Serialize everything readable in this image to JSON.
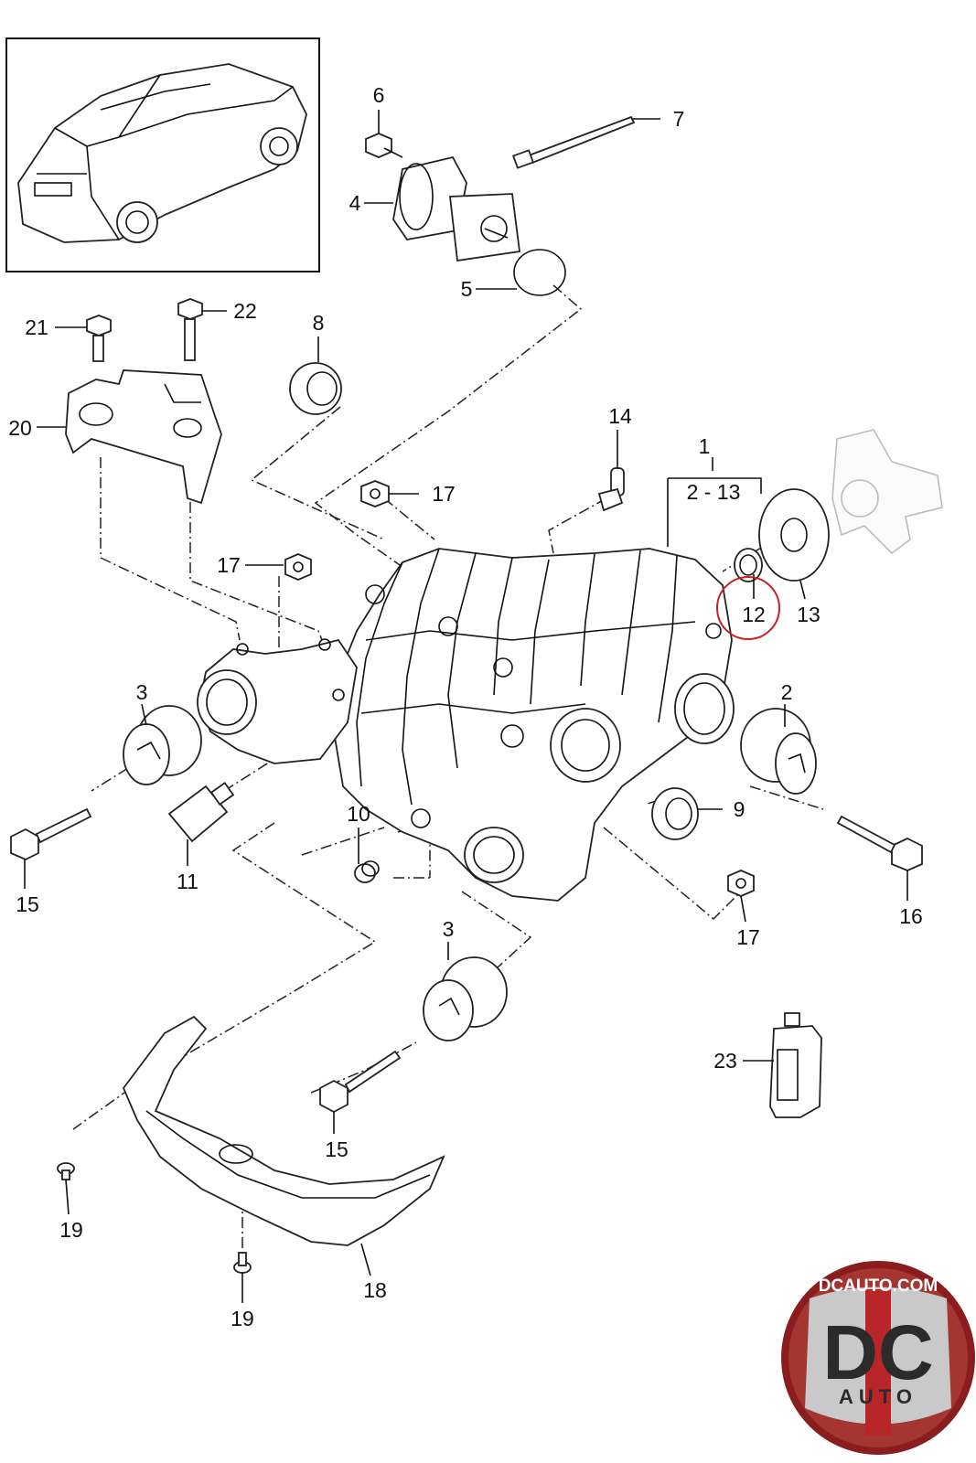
{
  "callouts": [
    {
      "id": "c1",
      "text": "1"
    },
    {
      "id": "c1sub",
      "text": "2 - 13"
    },
    {
      "id": "c2",
      "text": "2"
    },
    {
      "id": "c3a",
      "text": "3"
    },
    {
      "id": "c3b",
      "text": "3"
    },
    {
      "id": "c4",
      "text": "4"
    },
    {
      "id": "c5",
      "text": "5"
    },
    {
      "id": "c6",
      "text": "6"
    },
    {
      "id": "c7",
      "text": "7"
    },
    {
      "id": "c8",
      "text": "8"
    },
    {
      "id": "c9",
      "text": "9"
    },
    {
      "id": "c10",
      "text": "10"
    },
    {
      "id": "c11",
      "text": "11"
    },
    {
      "id": "c12",
      "text": "12"
    },
    {
      "id": "c13",
      "text": "13"
    },
    {
      "id": "c14",
      "text": "14"
    },
    {
      "id": "c15a",
      "text": "15"
    },
    {
      "id": "c15b",
      "text": "15"
    },
    {
      "id": "c16",
      "text": "16"
    },
    {
      "id": "c17a",
      "text": "17"
    },
    {
      "id": "c17b",
      "text": "17"
    },
    {
      "id": "c17c",
      "text": "17"
    },
    {
      "id": "c18",
      "text": "18"
    },
    {
      "id": "c19a",
      "text": "19"
    },
    {
      "id": "c19b",
      "text": "19"
    },
    {
      "id": "c20",
      "text": "20"
    },
    {
      "id": "c21",
      "text": "21"
    },
    {
      "id": "c22",
      "text": "22"
    },
    {
      "id": "c23",
      "text": "23"
    }
  ],
  "highlight": {
    "target": "12",
    "color": "#cc1f1f"
  },
  "logo": {
    "top_text": "DCAUTO.COM",
    "main_text": "DC",
    "sub_text": "AUTO",
    "colors": {
      "rim": "#8a1d1d",
      "center": "#c9c9c9",
      "stripe": "#b8262a"
    }
  }
}
